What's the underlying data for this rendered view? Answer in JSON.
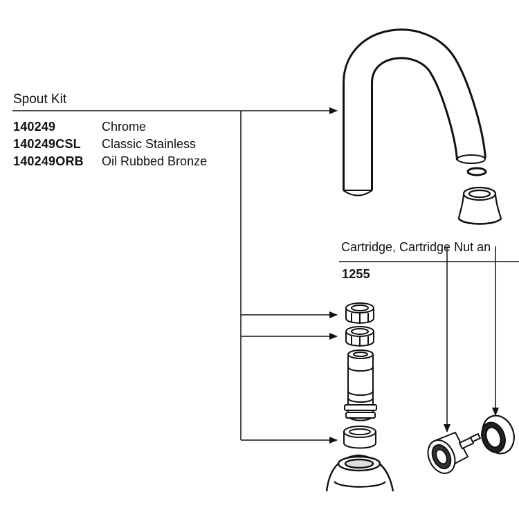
{
  "spout_kit": {
    "title": "Spout Kit",
    "parts": [
      {
        "number": "140249",
        "finish": "Chrome"
      },
      {
        "number": "140249CSL",
        "finish": "Classic Stainless"
      },
      {
        "number": "140249ORB",
        "finish": "Oil Rubbed Bronze"
      }
    ]
  },
  "cartridge_kit": {
    "title": "Cartridge, Cartridge Nut an",
    "part_number": "1255"
  },
  "components": [
    "spout-tube",
    "spout-o-ring",
    "spout-base-collar",
    "upper-retainer-ring",
    "lower-retainer-ring",
    "inner-stem-sleeve",
    "base-adapter-ring",
    "valve-body",
    "cartridge",
    "cartridge-nut"
  ]
}
